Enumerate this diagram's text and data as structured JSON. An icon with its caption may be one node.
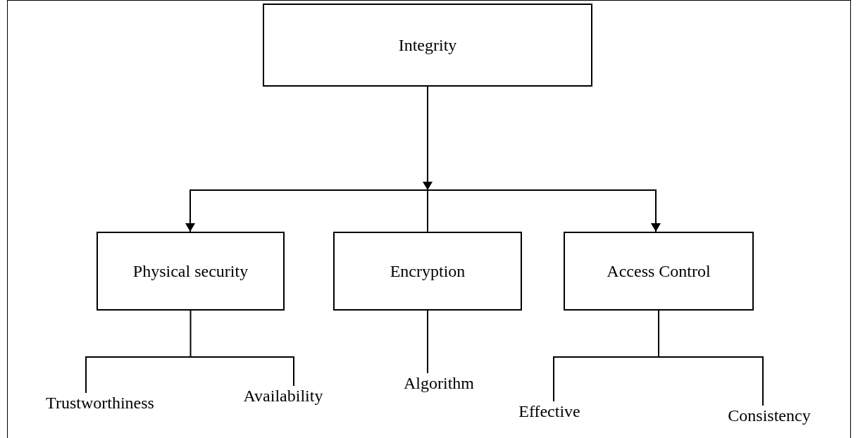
{
  "diagram": {
    "nodes": [
      {
        "text": [
          "Integrity"
        ]
      },
      {
        "text": [
          "Physical security"
        ]
      },
      {
        "text": [
          "Encryption"
        ]
      },
      {
        "text": [
          "Access Control"
        ]
      },
      {
        "text": [
          "Trustworthiness"
        ]
      },
      {
        "text": [
          "Availability"
        ]
      },
      {
        "text": [
          "Algorithm"
        ]
      },
      {
        "text": [
          "Effective"
        ]
      },
      {
        "text": [
          "Consistency"
        ]
      }
    ],
    "edges": [
      {
        "from": 0,
        "to": 1,
        "arrow": "to"
      },
      {
        "from": 0,
        "to": 2,
        "arrow": "none"
      },
      {
        "from": 0,
        "to": 3,
        "arrow": "to"
      },
      {
        "from": 1,
        "to": 4,
        "arrow": "none"
      },
      {
        "from": 1,
        "to": 5,
        "arrow": "none"
      },
      {
        "from": 2,
        "to": 6,
        "arrow": "none"
      },
      {
        "from": 3,
        "to": 7,
        "arrow": "none"
      },
      {
        "from": 3,
        "to": 8,
        "arrow": "none"
      }
    ]
  }
}
